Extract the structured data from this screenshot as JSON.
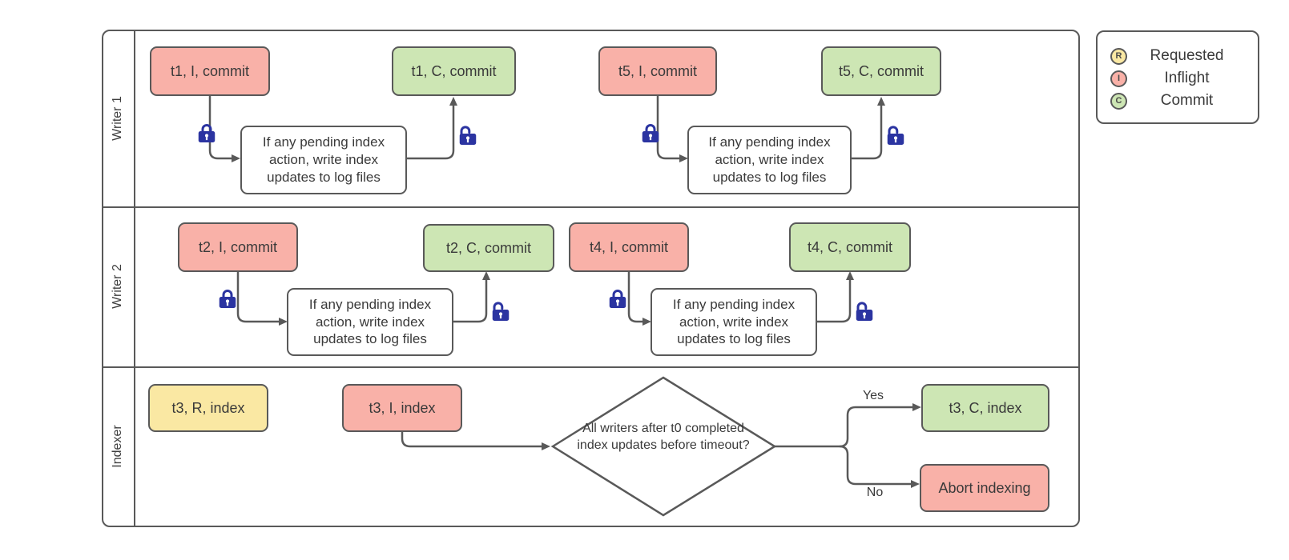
{
  "colors": {
    "requested": "#fae8a3",
    "inflight": "#f9b1a8",
    "commit": "#cde6b4",
    "border": "#595959",
    "connector": "#595959",
    "lock": "#2b34a1",
    "text": "#3a3a3a"
  },
  "lanes": [
    {
      "label": "Writer 1"
    },
    {
      "label": "Writer 2"
    },
    {
      "label": "Indexer"
    }
  ],
  "nodes": {
    "t1_inflight": "t1, I, commit",
    "t1_commit": "t1, C, commit",
    "t5_inflight": "t5, I, commit",
    "t5_commit": "t5, C, commit",
    "t2_inflight": "t2, I, commit",
    "t2_commit": "t2, C, commit",
    "t4_inflight": "t4, I, commit",
    "t4_commit": "t4, C, commit",
    "t3_requested": "t3, R, index",
    "t3_inflight": "t3, I, index",
    "t3_commit": "t3, C, index",
    "abort": "Abort indexing"
  },
  "note_text": "If any pending index action, write index updates to log files",
  "decision": {
    "text": "All writers after t0 completed index updates before timeout?",
    "yes_label": "Yes",
    "no_label": "No"
  },
  "legend": {
    "items": [
      {
        "letter": "R",
        "label": "Requested",
        "color": "#fae8a3"
      },
      {
        "letter": "I",
        "label": "Inflight",
        "color": "#f9b1a8"
      },
      {
        "letter": "C",
        "label": "Commit",
        "color": "#cde6b4"
      }
    ]
  }
}
